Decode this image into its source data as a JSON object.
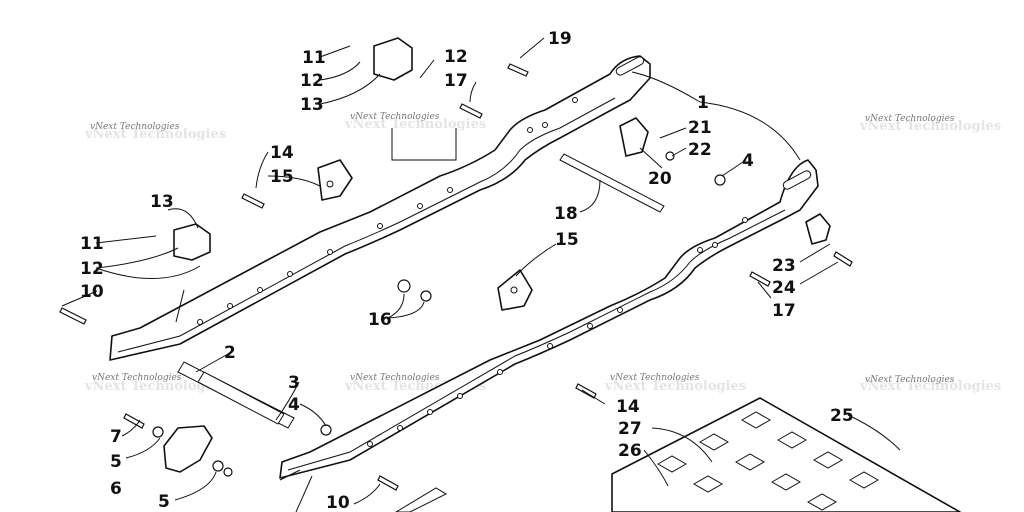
{
  "watermark": "vNext Technologies",
  "callouts": {
    "c1": "1",
    "c2": "2",
    "c3": "3",
    "c4a": "4",
    "c4b": "4",
    "c5a": "5",
    "c5b": "5",
    "c6": "6",
    "c7": "7",
    "c10a": "10",
    "c10b": "10",
    "c11a": "11",
    "c11b": "11",
    "c12a": "12",
    "c12b": "12",
    "c12c": "12",
    "c13a": "13",
    "c13b": "13",
    "c14a": "14",
    "c14b": "14",
    "c15a": "15",
    "c15b": "15",
    "c16": "16",
    "c17a": "17",
    "c17b": "17",
    "c18": "18",
    "c19": "19",
    "c20": "20",
    "c21": "21",
    "c22": "22",
    "c23": "23",
    "c24": "24",
    "c25": "25",
    "c26": "26",
    "c27": "27"
  }
}
